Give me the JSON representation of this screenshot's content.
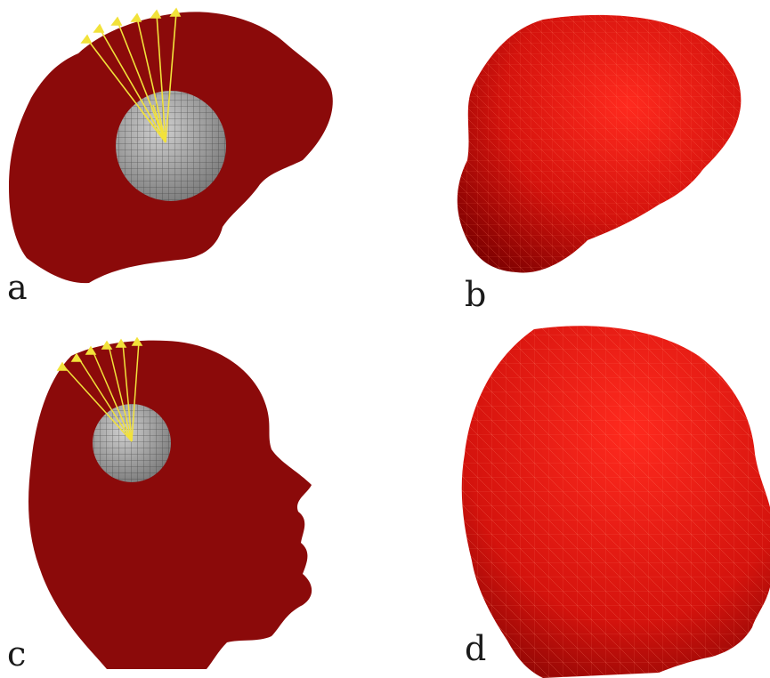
{
  "panels": [
    {
      "id": "a",
      "label": "a",
      "view": "brain-slice-with-sphere-and-rays"
    },
    {
      "id": "b",
      "label": "b",
      "view": "brain-surface-mesh"
    },
    {
      "id": "c",
      "label": "c",
      "view": "head-slice-with-sphere-and-rays"
    },
    {
      "id": "d",
      "label": "d",
      "view": "head-surface-mesh"
    }
  ],
  "colors": {
    "slice_fill": "#8b0a0a",
    "mesh_light": "#ff2a1e",
    "mesh_dark": "#7a0000",
    "sphere_fill": "#9a9a9a",
    "ray_color": "#f2e23a",
    "background": "#ffffff"
  }
}
